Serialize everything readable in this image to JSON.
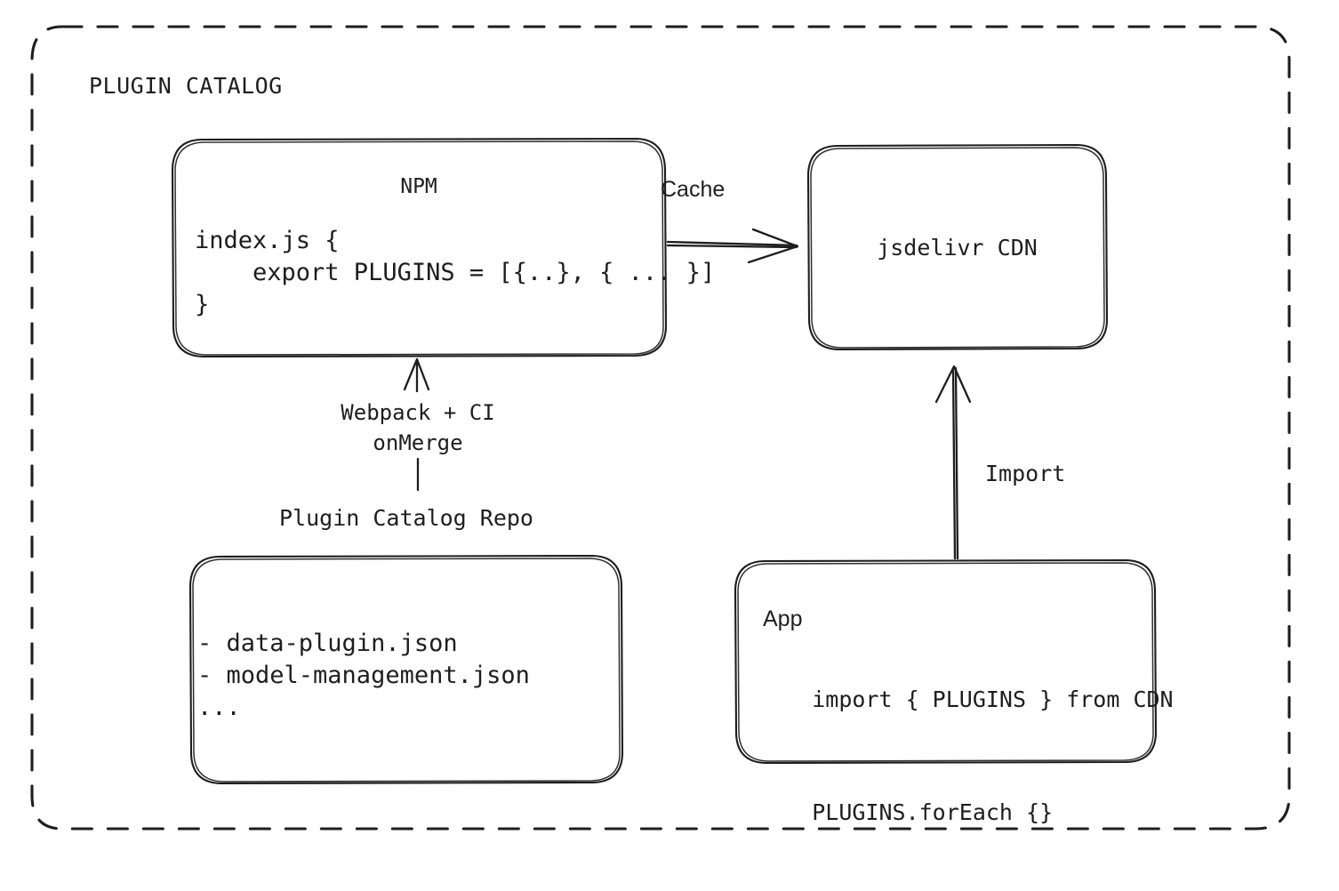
{
  "diagram": {
    "container_label": "PLUGIN CATALOG",
    "accent_color": "#1e1e1e",
    "background_color": "#ffffff"
  },
  "nodes": {
    "npm": {
      "title": "NPM",
      "code": "index.js {\n    export PLUGINS = [{..}, { ... }]\n}"
    },
    "cdn": {
      "title": "jsdelivr CDN"
    },
    "repo": {
      "title": "Plugin Catalog Repo",
      "files": "- data-plugin.json\n- model-management.json\n..."
    },
    "app": {
      "title": "App",
      "line1": "import { PLUGINS } from CDN",
      "line2": "PLUGINS.forEach {}"
    }
  },
  "edges": {
    "cache": {
      "label": "Cache",
      "from": "npm",
      "to": "cdn"
    },
    "build": {
      "label": "Webpack + CI\nonMerge",
      "from": "repo",
      "to": "npm"
    },
    "import": {
      "label": "Import",
      "from": "app",
      "to": "cdn"
    }
  }
}
